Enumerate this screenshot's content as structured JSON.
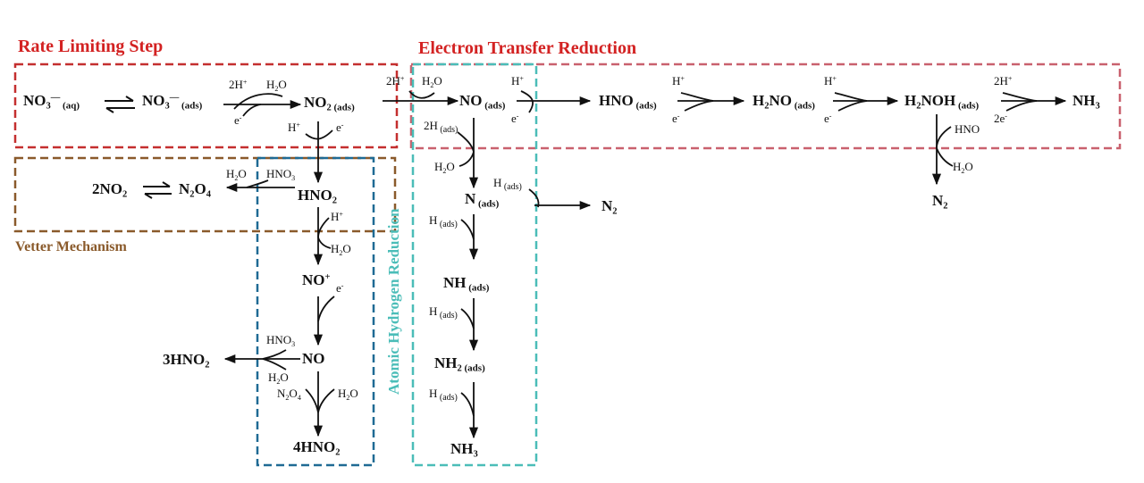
{
  "colors": {
    "rate_box": "#c42f2f",
    "vetter_box": "#8a5a2b",
    "dashed_red_box": "#c9616e",
    "blue_box": "#1f6a94",
    "teal_box": "#4bbdb8",
    "rate_title": "#d32222",
    "etr_title": "#d32222",
    "vetter_title": "#8a5a2b",
    "ahr_title": "#4bbdb8"
  },
  "labels": {
    "rate_limiting_step": "Rate Limiting Step",
    "electron_transfer_reduction": "Electron Transfer Reduction",
    "vetter_mechanism": "Vetter Mechanism",
    "atomic_hydrogen_reduction": "Atomic Hydrogen Reduction"
  },
  "species": [
    {
      "id": "no3-aq",
      "base": "NO",
      "sub": "3",
      "sup": "—",
      "subscript": "(aq)"
    },
    {
      "id": "no3-ads",
      "base": "NO",
      "sub": "3",
      "sup": "—",
      "subscript": "(ads)"
    },
    {
      "id": "no2-ads",
      "base": "NO",
      "sub": "2",
      "subscript": "(ads)"
    },
    {
      "id": "no-ads",
      "base": "NO",
      "subscript": "(ads)"
    },
    {
      "id": "hno-ads",
      "base": "HNO",
      "subscript": "(ads)"
    },
    {
      "id": "h2no-ads",
      "base": "H",
      "sub": "2",
      "tail": "NO",
      "subscript": "(ads)"
    },
    {
      "id": "h2noh-ads",
      "base": "H",
      "sub": "2",
      "tail": "NOH",
      "subscript": "(ads)"
    },
    {
      "id": "nh3-top",
      "base": "NH",
      "sub": "3"
    },
    {
      "id": "2no2",
      "base": "2NO",
      "sub": "2"
    },
    {
      "id": "n2o4",
      "base": "N",
      "sub": "2",
      "tail": "O",
      "sub2": "4"
    },
    {
      "id": "hno2",
      "base": "HNO",
      "sub": "2"
    },
    {
      "id": "no-plus",
      "base": "NO",
      "sup": "+"
    },
    {
      "id": "no",
      "base": "NO"
    },
    {
      "id": "3hno2",
      "base": "3HNO",
      "sub": "2"
    },
    {
      "id": "4hno2",
      "base": "4HNO",
      "sub": "2"
    },
    {
      "id": "n-ads",
      "base": "N",
      "subscript": "(ads)"
    },
    {
      "id": "n2-mid",
      "base": "N",
      "sub": "2"
    },
    {
      "id": "n2-right",
      "base": "N",
      "sub": "2"
    },
    {
      "id": "nh-ads",
      "base": "NH",
      "subscript": "(ads)"
    },
    {
      "id": "nh2-ads",
      "base": "NH",
      "sub": "2",
      "subscript": "(ads)"
    },
    {
      "id": "nh3-bottom",
      "base": "NH",
      "sub": "3"
    }
  ],
  "reagents": [
    {
      "id": "r-2h1",
      "base": "2H",
      "sup": "+"
    },
    {
      "id": "r-h2o-1",
      "base": "H",
      "sub": "2",
      "tail": "O"
    },
    {
      "id": "r-e-1",
      "base": "e",
      "sup": "-"
    },
    {
      "id": "r-h-plus-2",
      "base": "H",
      "sup": "+"
    },
    {
      "id": "r-e-2",
      "base": "e",
      "sup": "-"
    },
    {
      "id": "r-2h-plus-3",
      "base": "2H",
      "sup": "+"
    },
    {
      "id": "r-h2o-3",
      "base": "H",
      "sub": "2",
      "tail": "O"
    },
    {
      "id": "r-h-plus-4",
      "base": "H",
      "sup": "+"
    },
    {
      "id": "r-e-4",
      "base": "e",
      "sup": "-"
    },
    {
      "id": "r-h-plus-5",
      "base": "H",
      "sup": "+"
    },
    {
      "id": "r-e-5",
      "base": "e",
      "sup": "-"
    },
    {
      "id": "r-h-plus-6",
      "base": "H",
      "sup": "+"
    },
    {
      "id": "r-e-6",
      "base": "e",
      "sup": "-"
    },
    {
      "id": "r-2h-plus-7",
      "base": "2H",
      "sup": "+"
    },
    {
      "id": "r-2e-7",
      "base": "2e",
      "sup": "-"
    },
    {
      "id": "r-hno-8",
      "base": "HNO"
    },
    {
      "id": "r-h2o-8",
      "base": "H",
      "sub": "2",
      "tail": "O"
    },
    {
      "id": "r-h2o-9",
      "base": "H",
      "sub": "2",
      "tail": "O"
    },
    {
      "id": "r-hno3-9",
      "base": "HNO",
      "sub": "3"
    },
    {
      "id": "r-h-plus-10",
      "base": "H",
      "sup": "+"
    },
    {
      "id": "r-h2o-10",
      "base": "H",
      "sub": "2",
      "tail": "O"
    },
    {
      "id": "r-e-11",
      "base": "e",
      "sup": "-"
    },
    {
      "id": "r-hno3-12",
      "base": "HNO",
      "sub": "3"
    },
    {
      "id": "r-h2o-12",
      "base": "H",
      "sub": "2",
      "tail": "O"
    },
    {
      "id": "r-n2o4-13",
      "base": "N",
      "sub": "2",
      "tail": "O",
      "sub2": "4"
    },
    {
      "id": "r-h2o-13",
      "base": "H",
      "sub": "2",
      "tail": "O"
    },
    {
      "id": "r-2h-ads-14",
      "base": "2H",
      "subscript": "(ads)"
    },
    {
      "id": "r-h2o-14",
      "base": "H",
      "sub": "2",
      "tail": "O"
    },
    {
      "id": "r-h-ads-15",
      "base": "H",
      "subscript": "(ads)"
    },
    {
      "id": "r-h-ads-16",
      "base": "H",
      "subscript": "(ads)"
    },
    {
      "id": "r-h-ads-17",
      "base": "H",
      "subscript": "(ads)"
    },
    {
      "id": "r-h-ads-18",
      "base": "H",
      "subscript": "(ads)"
    }
  ]
}
